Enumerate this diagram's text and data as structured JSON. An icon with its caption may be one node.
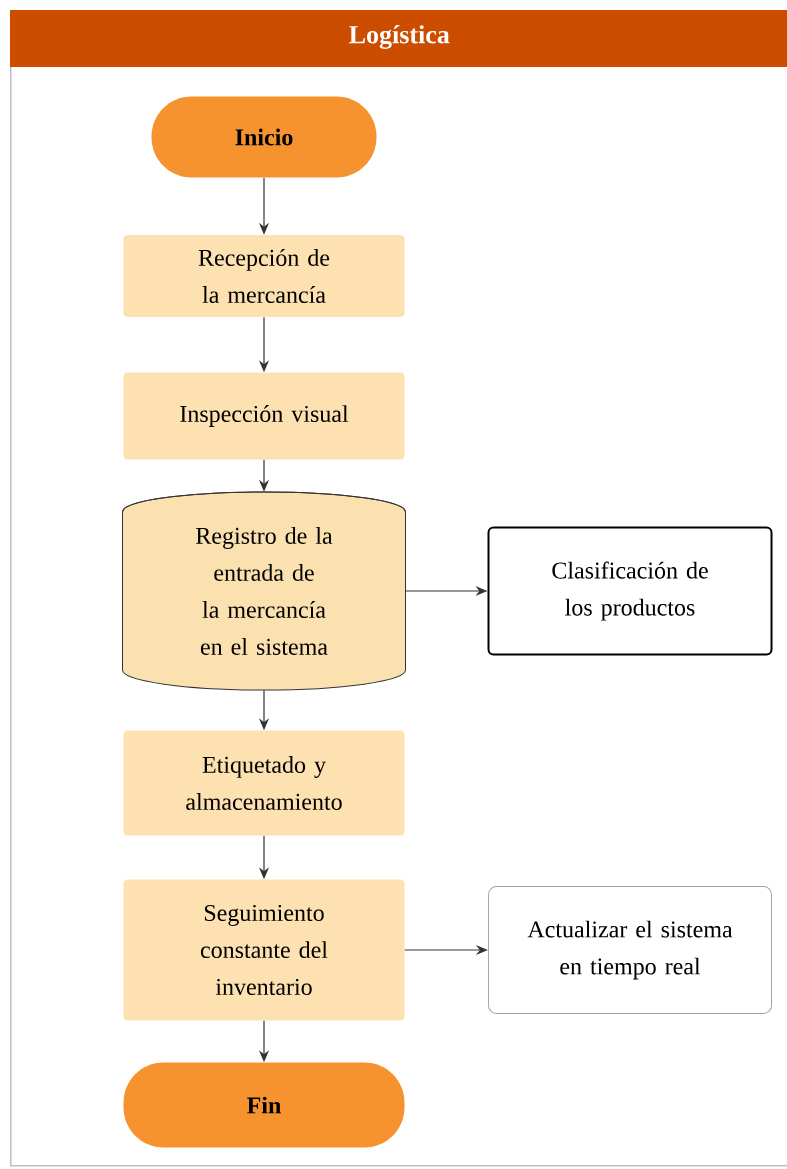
{
  "diagram": {
    "nodes": [
      {
        "text": [
          "Logística"
        ]
      },
      {
        "text": [
          "Inicio"
        ],
        "in": 0
      },
      {
        "text": [
          "Recepción de la mercancía"
        ],
        "in": 0
      },
      {
        "text": [
          "Inspección visual"
        ],
        "in": 0
      },
      {
        "text": [
          "Registro de la entrada de la mercancía en el sistema"
        ],
        "in": 0
      },
      {
        "text": [
          "Clasificación de los productos"
        ],
        "in": 0
      },
      {
        "text": [
          "Etiquetado y almacenamiento"
        ],
        "in": 0
      },
      {
        "text": [
          "Seguimiento constante del inventario"
        ],
        "in": 0
      },
      {
        "text": [
          "Actualizar el sistema en tiempo real"
        ],
        "in": 0
      },
      {
        "text": [
          "Fin"
        ],
        "in": 0
      }
    ],
    "edges": [
      {
        "from": 1,
        "to": 2,
        "arrow": "to"
      },
      {
        "from": 2,
        "to": 3,
        "arrow": "to"
      },
      {
        "from": 3,
        "to": 4,
        "arrow": "to"
      },
      {
        "from": 4,
        "to": 5,
        "arrow": "to"
      },
      {
        "from": 4,
        "to": 6,
        "arrow": "to"
      },
      {
        "from": 6,
        "to": 7,
        "arrow": "to"
      },
      {
        "from": 7,
        "to": 8,
        "arrow": "to"
      },
      {
        "from": 7,
        "to": 9,
        "arrow": "to"
      }
    ]
  }
}
